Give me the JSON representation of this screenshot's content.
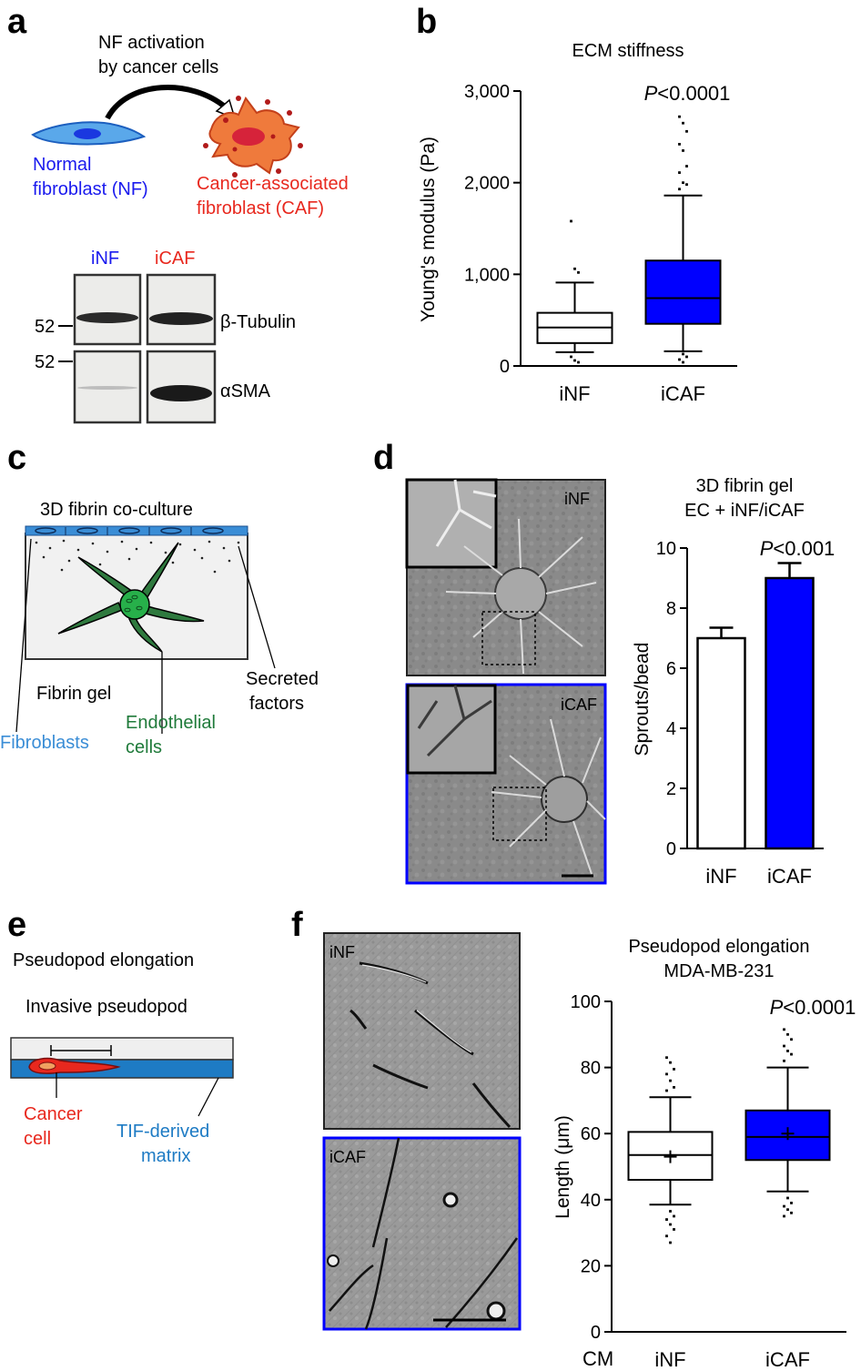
{
  "colors": {
    "blue": "#0000ff",
    "red": "#e8281e",
    "nf_blue": "#2b63d6",
    "fibro_blue": "#3a8dd6",
    "endo_green": "#1f7a3a",
    "caf_orange": "#ef6a2c",
    "matrix_blue": "#1e7bc4"
  },
  "panel_letters": {
    "a": "a",
    "b": "b",
    "c": "c",
    "d": "d",
    "e": "e",
    "f": "f"
  },
  "panel_a": {
    "arrow_label_1": "NF activation",
    "arrow_label_2": "by cancer cells",
    "nf_label_1": "Normal",
    "nf_label_2": "fibroblast (NF)",
    "caf_label_1": "Cancer-associated",
    "caf_label_2": "fibroblast (CAF)",
    "blot_col_1": "iNF",
    "blot_col_2": "iCAF",
    "marker_1": "52",
    "marker_2": "52",
    "band_1": "β-Tubulin",
    "band_2": "αSMA"
  },
  "panel_c": {
    "title": "3D fibrin co-culture",
    "fibrin_gel": "Fibrin gel",
    "secreted_1": "Secreted",
    "secreted_2": "factors",
    "fibroblasts": "Fibroblasts",
    "endothelial_1": "Endothelial",
    "endothelial_2": "cells"
  },
  "panel_d": {
    "img_label_1": "iNF",
    "img_label_2": "iCAF"
  },
  "panel_e": {
    "title": "Pseudopod elongation",
    "invasive": "Invasive pseudopod",
    "cancer_1": "Cancer",
    "cancer_2": "cell",
    "tif_1": "TIF-derived",
    "tif_2": "matrix"
  },
  "panel_f": {
    "img_label_1": "iNF",
    "img_label_2": "iCAF"
  },
  "chart_data": [
    {
      "id": "b",
      "type": "box",
      "title": "ECM stiffness",
      "ylabel": "Young's modulus (Pa)",
      "ylim": [
        0,
        3000
      ],
      "yticks": [
        0,
        1000,
        2000,
        3000
      ],
      "ytick_labels": [
        "0",
        "1,000",
        "2,000",
        "3,000"
      ],
      "annotation": "P<0.0001",
      "categories": [
        "iNF",
        "iCAF"
      ],
      "boxes": [
        {
          "name": "iNF",
          "whisker_low": 150,
          "q1": 250,
          "median": 420,
          "q3": 580,
          "whisker_high": 910,
          "outliers": [
            1580,
            1060,
            1020,
            100,
            60,
            40
          ],
          "fill": "#ffffff"
        },
        {
          "name": "iCAF",
          "whisker_low": 160,
          "q1": 460,
          "median": 740,
          "q3": 1150,
          "whisker_high": 1860,
          "outliers": [
            2720,
            2650,
            2560,
            2420,
            2350,
            2180,
            2110,
            2000,
            1980,
            1930,
            130,
            100,
            70,
            40
          ],
          "fill": "#0000ff"
        }
      ]
    },
    {
      "id": "d",
      "type": "bar",
      "title_1": "3D fibrin gel",
      "title_2": "EC + iNF/iCAF",
      "ylabel": "Sprouts/bead",
      "ylim": [
        0,
        10
      ],
      "yticks": [
        0,
        2,
        4,
        6,
        8,
        10
      ],
      "annotation": "P<0.001",
      "categories": [
        "iNF",
        "iCAF"
      ],
      "values": [
        7.0,
        9.0
      ],
      "errors": [
        0.35,
        0.5
      ],
      "fills": [
        "#ffffff",
        "#0000ff"
      ]
    },
    {
      "id": "f",
      "type": "box",
      "title_1": "Pseudopod elongation",
      "title_2": "MDA-MB-231",
      "ylabel": "Length (μm)",
      "xlabel_prefix": "CM",
      "ylim": [
        0,
        100
      ],
      "yticks": [
        0,
        20,
        40,
        60,
        80,
        100
      ],
      "ytick_labels": [
        "0",
        "20",
        "40",
        "60",
        "80",
        "100"
      ],
      "annotation": "P<0.0001",
      "categories": [
        "iNF",
        "iCAF"
      ],
      "boxes": [
        {
          "name": "iNF",
          "whisker_low": 38.5,
          "q1": 46,
          "median": 53.5,
          "q3": 60.5,
          "whisker_high": 71,
          "mean": 53,
          "outliers": [
            83,
            81.5,
            79.5,
            78,
            76,
            74,
            73,
            36.5,
            35,
            34,
            32.5,
            31,
            29,
            27
          ],
          "fill": "#ffffff"
        },
        {
          "name": "iCAF",
          "whisker_low": 42.5,
          "q1": 52,
          "median": 59,
          "q3": 67,
          "whisker_high": 80,
          "mean": 60,
          "outliers": [
            91.5,
            90,
            88.5,
            86.5,
            85,
            84,
            82,
            40.5,
            39,
            38,
            37,
            36,
            35
          ],
          "fill": "#0000ff"
        }
      ]
    }
  ]
}
